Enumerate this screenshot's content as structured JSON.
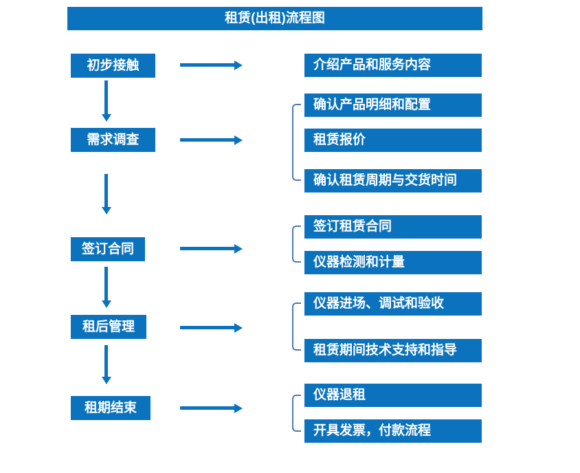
{
  "title": "租赁(出租)流程图",
  "colors": {
    "primary": "#0b72bd",
    "bracket": "#4a7ab5",
    "box_text": "#ffffff",
    "background": "#ffffff"
  },
  "stages": [
    {
      "label": "初步接触",
      "details": [
        "介绍产品和服务内容"
      ]
    },
    {
      "label": "需求调查",
      "details": [
        "确认产品明细和配置",
        "租赁报价",
        "确认租赁周期与交货时间"
      ]
    },
    {
      "label": "签订合同",
      "details": [
        "签订租赁合同",
        "仪器检测和计量"
      ]
    },
    {
      "label": "租后管理",
      "details": [
        "仪器进场、调试和验收",
        "租赁期间技术支持和指导"
      ]
    },
    {
      "label": "租期结束",
      "details": [
        "仪器退租",
        "开具发票，付款流程"
      ]
    }
  ]
}
